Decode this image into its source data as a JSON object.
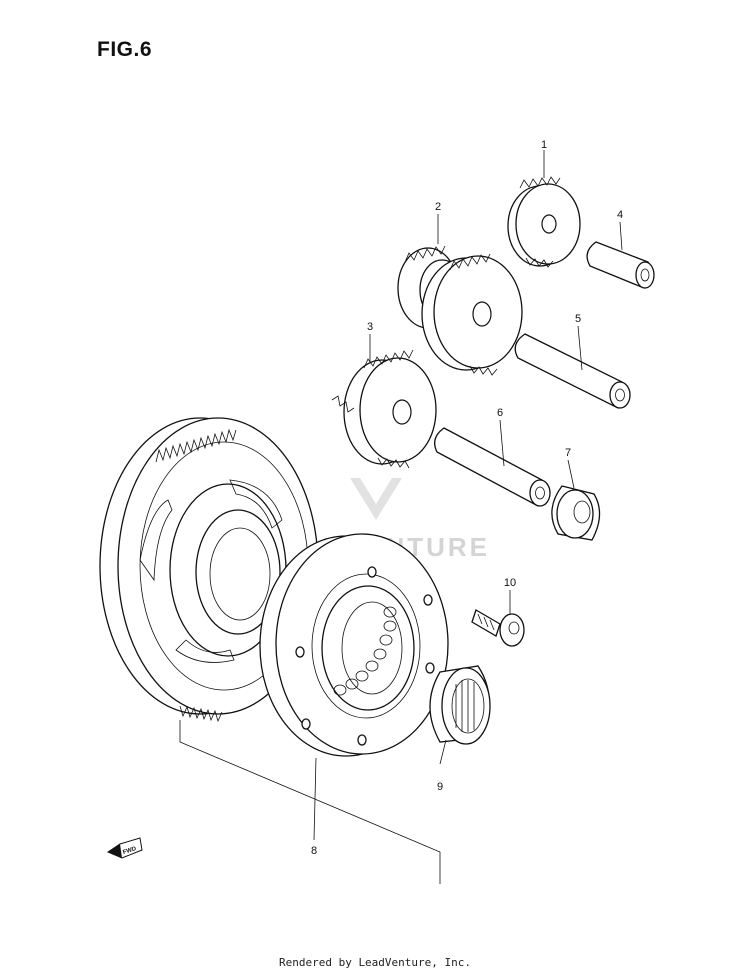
{
  "figure_title": "FIG.6",
  "footer_text": "Rendered by LeadVenture, Inc.",
  "watermark_text": "LEADVENTURE",
  "direction_badge": "FWD",
  "part_callouts": [
    "1",
    "2",
    "3",
    "4",
    "5",
    "6",
    "7",
    "8",
    "9",
    "10"
  ]
}
